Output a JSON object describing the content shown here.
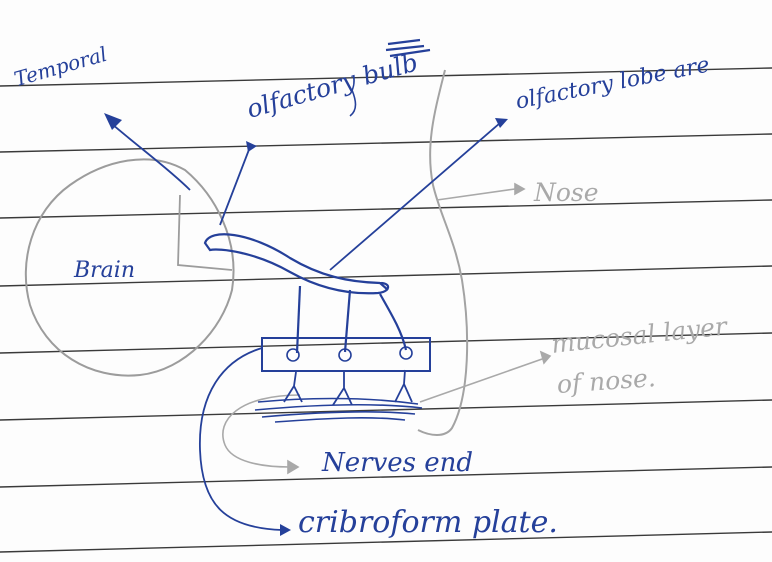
{
  "labels": {
    "temporal": "Temporal",
    "olfactory_bulb": "olfactory bulb",
    "olfactory_lobe": "olfactory lobe are",
    "nose": "Nose",
    "brain": "Brain",
    "mucosal_layer": "mucosal layer",
    "of_nose": "of nose.",
    "nerves_end": "Nerves end",
    "cribriform_plate": "cribroform plate."
  },
  "colors": {
    "ink_blue": "#25409a",
    "pencil_grey": "#a9a9a9",
    "ruled_line": "#3a3a3a",
    "paper": "#fdfdfd"
  }
}
